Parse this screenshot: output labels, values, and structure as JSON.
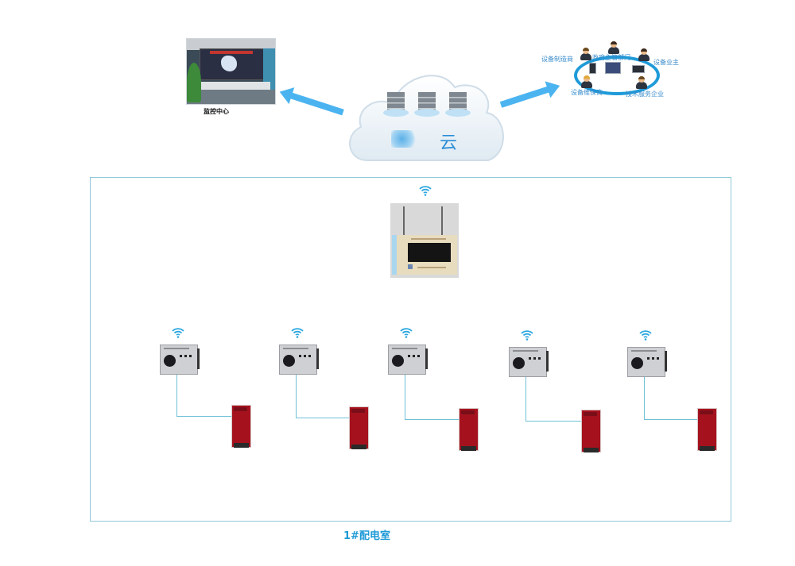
{
  "monitoring_center": {
    "label": "监控中心",
    "icon": "control-room-photo"
  },
  "cloud": {
    "label": "云",
    "icons": [
      "server-icon",
      "server-icon",
      "server-icon"
    ]
  },
  "stakeholders": {
    "labels": [
      "设备制造商",
      "政府主管部门",
      "设备业主",
      "设备维保商",
      "技术服务企业"
    ],
    "devices": [
      "phone-icon",
      "tablet-icon",
      "laptop-icon"
    ]
  },
  "room": {
    "label": "1#配电室"
  },
  "gateway": {
    "icon": "gateway-device",
    "wifi": "wifi-icon"
  },
  "nodes": [
    {
      "icon": "sensor-node",
      "wifi": "wifi-icon",
      "cabinet": "cabinet-icon"
    },
    {
      "icon": "sensor-node",
      "wifi": "wifi-icon",
      "cabinet": "cabinet-icon"
    },
    {
      "icon": "sensor-node",
      "wifi": "wifi-icon",
      "cabinet": "cabinet-icon"
    },
    {
      "icon": "sensor-node",
      "wifi": "wifi-icon",
      "cabinet": "cabinet-icon"
    },
    {
      "icon": "sensor-node",
      "wifi": "wifi-icon",
      "cabinet": "cabinet-icon"
    }
  ],
  "colors": {
    "accent": "#1f9ad6",
    "arrow": "#4bb4f0",
    "wire": "#6fc1d6",
    "cabinet": "#a5121e"
  }
}
